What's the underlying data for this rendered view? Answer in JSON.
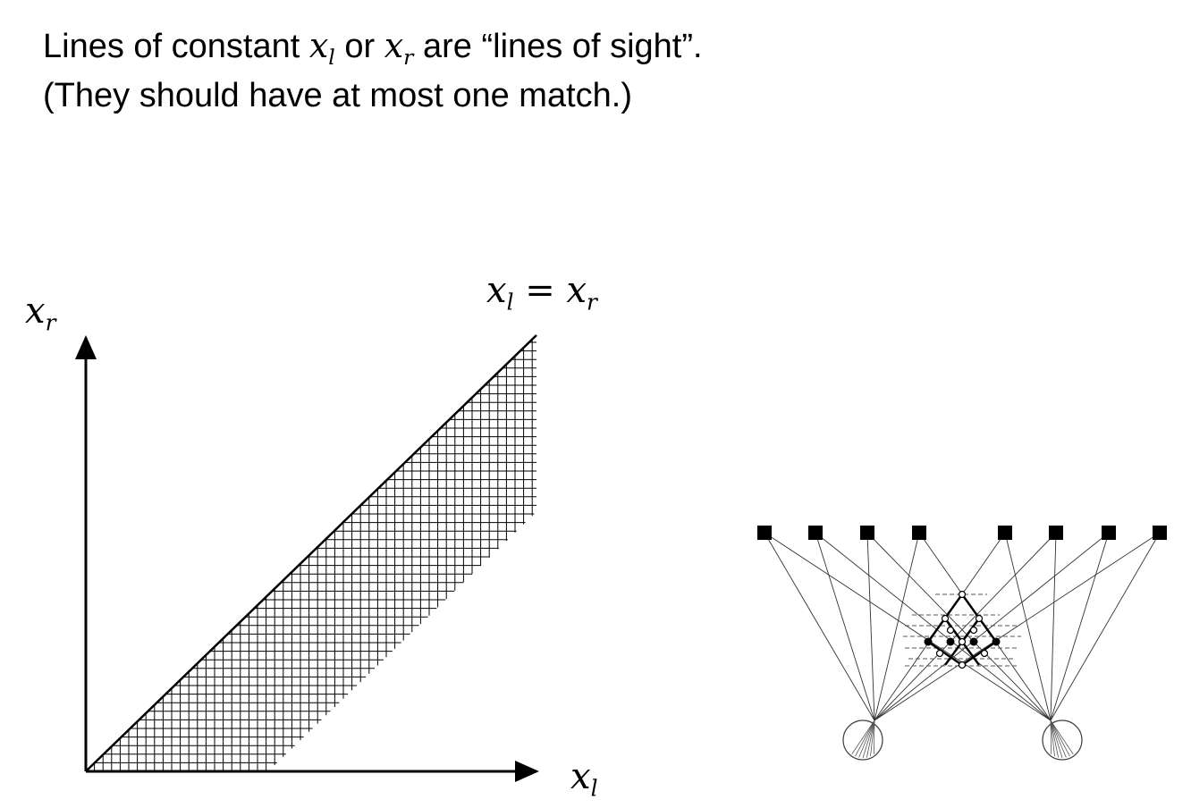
{
  "title": {
    "line1_prefix": "Lines of constant ",
    "var_x": "x",
    "sub_l": "l",
    "sub_r": "r",
    "or_text": " or ",
    "line1_suffix": "  are “lines of sight”.",
    "line2": "(They should have at most one match.)"
  },
  "plot": {
    "diagonal_label": {
      "lhs": "x",
      "lhs_sub": "l",
      "eq": " = ",
      "rhs": "x",
      "rhs_sub": "r"
    },
    "y_axis_label": {
      "base": "x",
      "sub": "r"
    },
    "x_axis_label": {
      "base": "x",
      "sub": "l"
    }
  },
  "diagram": {
    "targets": 8,
    "eyes": 2
  }
}
